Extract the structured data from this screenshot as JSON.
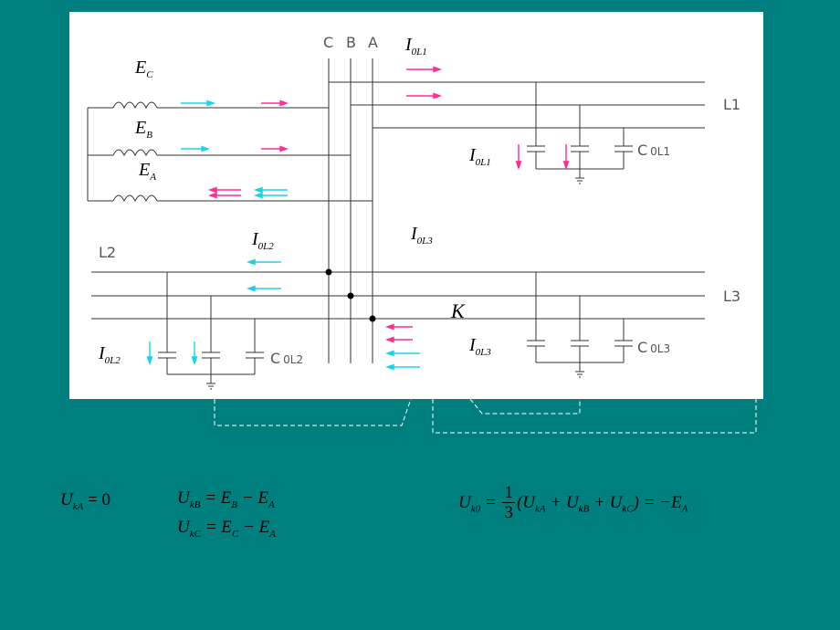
{
  "labels": {
    "phase_c": "C",
    "phase_b": "B",
    "phase_a": "A",
    "line_1": "L1",
    "line_2": "L2",
    "line_3": "L3",
    "cap_1": "C",
    "cap_1_sub": "0L1",
    "cap_2": "C",
    "cap_2_sub": "0L2",
    "cap_3": "C",
    "cap_3_sub": "0L3",
    "fault": "K",
    "emf_c": "E",
    "emf_c_sub": "C",
    "emf_b": "E",
    "emf_b_sub": "B",
    "emf_a": "E",
    "emf_a_sub": "A",
    "cur_0l1_top": "I",
    "cur_0l1_top_sub": "0L1",
    "cur_0l1": "I",
    "cur_0l1_sub": "0L1",
    "cur_0l2_top": "I",
    "cur_0l2_top_sub": "0L2",
    "cur_0l2": "I",
    "cur_0l2_sub": "0L2",
    "cur_0l3_top": "I",
    "cur_0l3_top_sub": "0L3",
    "cur_0l3": "I",
    "cur_0l3_sub": "0L3"
  },
  "equations": {
    "eq1_lhs": "U",
    "eq1_lhs_sub": "kA",
    "eq1_rhs": " = 0",
    "eq2_lhs": "U",
    "eq2_lhs_sub": "kB",
    "eq2_rhs_a": " = E",
    "eq2_rhs_a_sub": "B",
    "eq2_rhs_b": " − E",
    "eq2_rhs_b_sub": "A",
    "eq3_lhs": "U",
    "eq3_lhs_sub": "kC",
    "eq3_rhs_a": " = E",
    "eq3_rhs_a_sub": "C",
    "eq3_rhs_b": " − E",
    "eq3_rhs_b_sub": "A",
    "eq4_lhs": "U",
    "eq4_lhs_sub": "k0",
    "eq4_eq": " = ",
    "eq4_num": "1",
    "eq4_den": "3",
    "eq4_open": "(U",
    "eq4_t1_sub": "kA",
    "eq4_plus1": " + U",
    "eq4_t2_sub": "kB",
    "eq4_plus2": " + U",
    "eq4_t3_sub": "kC",
    "eq4_close": ") = −E",
    "eq4_end_sub": "A"
  },
  "colors": {
    "background": "#007f7f",
    "panel": "#ffffff",
    "wire": "#333333",
    "arrow_magenta": "#ff2d95",
    "arrow_cyan": "#19d3e6",
    "dash": "#ffffff"
  }
}
